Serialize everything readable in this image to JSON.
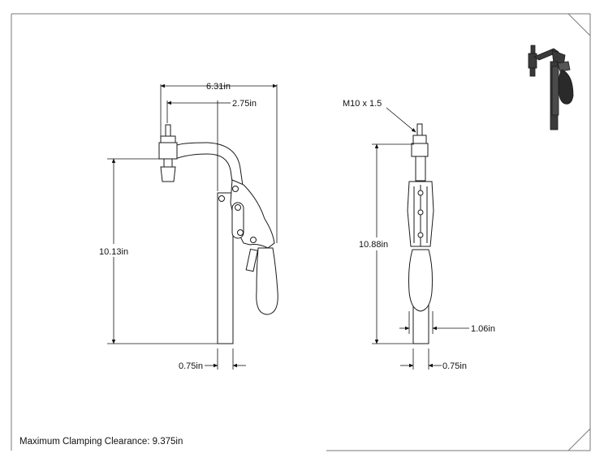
{
  "dimensions": {
    "side_overall_width": "6.31in",
    "side_reach": "2.75in",
    "side_height": "10.13in",
    "side_bar_width": "0.75in",
    "front_thread": "M10 x 1.5",
    "front_height": "10.88in",
    "front_handle_width": "1.06in",
    "front_bar_width": "0.75in"
  },
  "notes": {
    "clearance": "Maximum Clamping Clearance: 9.375in"
  },
  "colors": {
    "line": "#1a1a1a",
    "border": "#7a7a7a",
    "thumb_body": "#3a3a3a"
  },
  "icons": {
    "thumbnail": "isometric-clamp-render"
  }
}
